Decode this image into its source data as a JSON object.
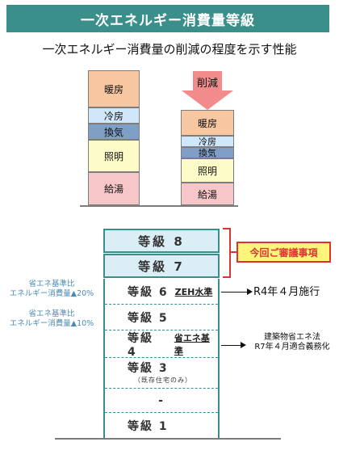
{
  "title": "一次エネルギー消費量等級",
  "subtitle": "一次エネルギー消費量の削減の程度を示す性能",
  "illustration": {
    "reduce_label": "削減",
    "categories": [
      "暖房",
      "冷房",
      "換気",
      "照明",
      "給湯"
    ],
    "colors": {
      "heating": "#f7c7a2",
      "cooling": "#cfe6fb",
      "ventilation": "#7f9fc7",
      "lighting": "#fdfbc8",
      "hot_water": "#f6c6c9",
      "arrow": "#f28b8b"
    }
  },
  "grades": {
    "g8": "等級 8",
    "g7": "等級 7",
    "g6": "等級 6",
    "g5": "等級 5",
    "g4": "等級 4",
    "g3": "等級 3",
    "g3_note": "（既存住宅のみ）",
    "g2": "-",
    "g1": "等級 1",
    "zeh_std": "ZEH水準",
    "energy_std": "省エネ基準"
  },
  "callout": "今回ご審議事項",
  "left_notes": {
    "g6_line1": "省エネ基準比",
    "g6_line2": "エネルギー消費量▲20%",
    "g5_line1": "省エネ基準比",
    "g5_line2": "エネルギー消費量▲10%"
  },
  "right_notes": {
    "zeh": "R4年４月施行",
    "law_line1": "建築物省エネ法",
    "law_line2": "R7年４月適合義務化"
  },
  "theme": {
    "accent": "#3a8f8b",
    "highlight": "#d33333",
    "callout_bg": "#fff57a"
  }
}
